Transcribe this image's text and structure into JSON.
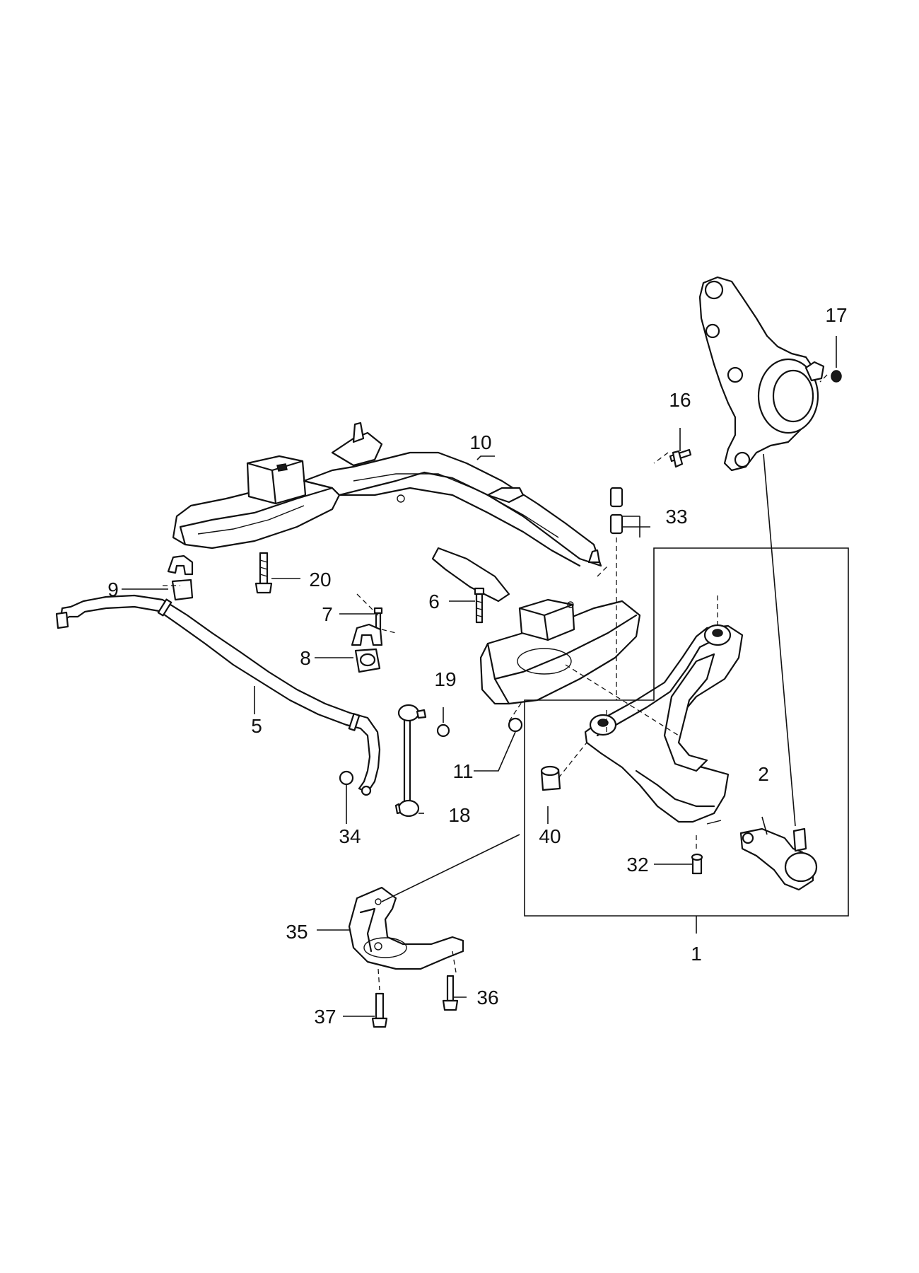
{
  "diagram": {
    "callouts": [
      {
        "id": "n1",
        "text": "1"
      },
      {
        "id": "n2",
        "text": "2"
      },
      {
        "id": "n5",
        "text": "5"
      },
      {
        "id": "n6",
        "text": "6"
      },
      {
        "id": "n7",
        "text": "7"
      },
      {
        "id": "n8",
        "text": "8"
      },
      {
        "id": "n9",
        "text": "9"
      },
      {
        "id": "n10",
        "text": "10"
      },
      {
        "id": "n11",
        "text": "11"
      },
      {
        "id": "n16",
        "text": "16"
      },
      {
        "id": "n17",
        "text": "17"
      },
      {
        "id": "n18",
        "text": "18"
      },
      {
        "id": "n19",
        "text": "19"
      },
      {
        "id": "n20",
        "text": "20"
      },
      {
        "id": "n32",
        "text": "32"
      },
      {
        "id": "n33",
        "text": "33"
      },
      {
        "id": "n34",
        "text": "34"
      },
      {
        "id": "n35",
        "text": "35"
      },
      {
        "id": "n36",
        "text": "36"
      },
      {
        "id": "n37",
        "text": "37"
      },
      {
        "id": "n40",
        "text": "40"
      }
    ]
  }
}
